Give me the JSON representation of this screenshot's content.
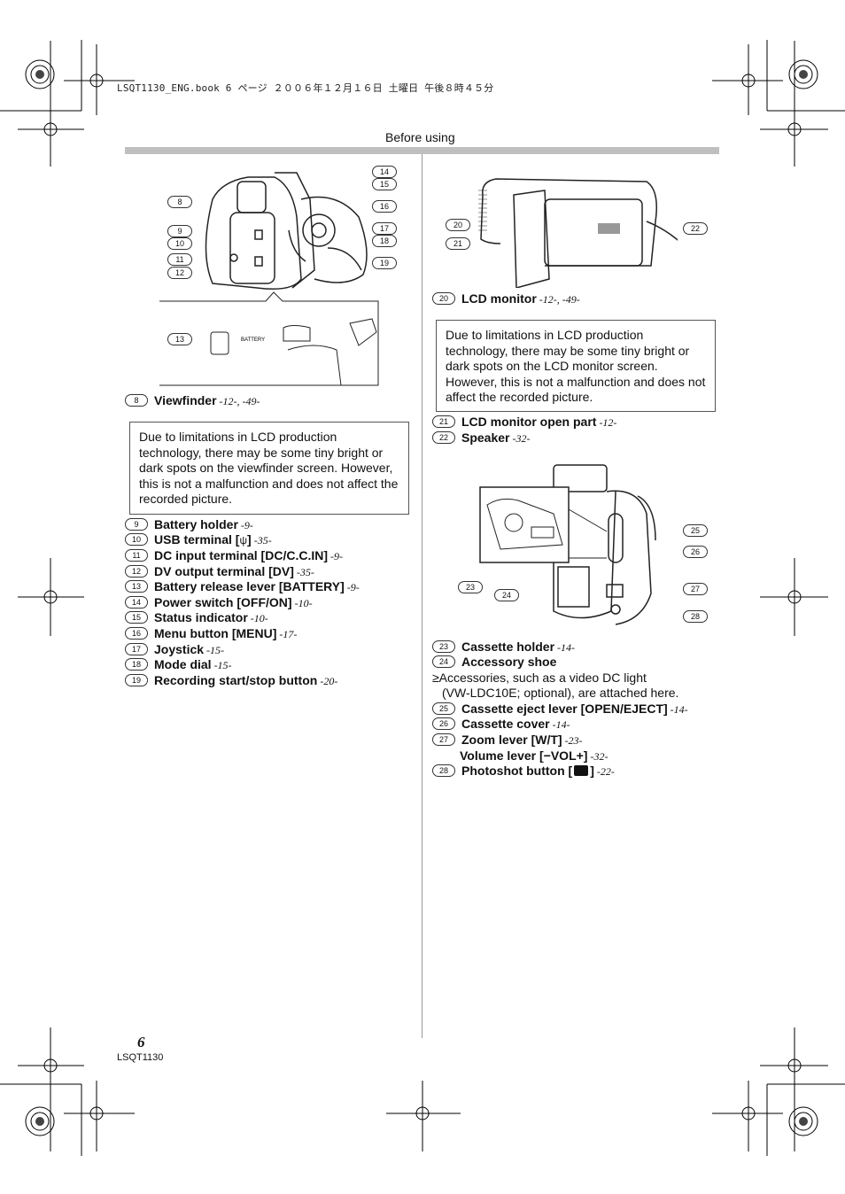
{
  "header": {
    "book_line": "LSQT1130_ENG.book  6 ページ  ２００６年１２月１６日  土曜日  午後８時４５分",
    "section": "Before using"
  },
  "left_figure": {
    "callouts": [
      "8",
      "9",
      "10",
      "11",
      "12",
      "14",
      "15",
      "16",
      "17",
      "18",
      "19"
    ],
    "inset_callout": "13",
    "inset_text": "BATTERY"
  },
  "right_top_figure": {
    "callouts": [
      "20",
      "21",
      "22"
    ]
  },
  "right_bottom_figure": {
    "callouts": [
      "23",
      "24",
      "25",
      "26",
      "27",
      "28"
    ]
  },
  "left_items": {
    "i8": {
      "num": "8",
      "label": "Viewfinder",
      "ref": " -12-, -49-"
    },
    "note": "Due to limitations in LCD production technology, there may be some tiny bright or dark spots on the viewfinder screen. However, this is not a malfunction and does not affect the recorded picture.",
    "i9": {
      "num": "9",
      "label": "Battery holder",
      "ref": " -9-"
    },
    "i10": {
      "num": "10",
      "label": "USB terminal [",
      "label_end": "]",
      "ref": " -35-"
    },
    "i11": {
      "num": "11",
      "label": "DC input terminal [DC/C.C.IN]",
      "ref": " -9-"
    },
    "i12": {
      "num": "12",
      "label": "DV output terminal [DV]",
      "ref": " -35-"
    },
    "i13": {
      "num": "13",
      "label": "Battery release lever [BATTERY]",
      "ref": " -9-"
    },
    "i14": {
      "num": "14",
      "label": "Power switch [OFF/ON]",
      "ref": " -10-"
    },
    "i15": {
      "num": "15",
      "label": "Status indicator",
      "ref": " -10-"
    },
    "i16": {
      "num": "16",
      "label": "Menu button [MENU]",
      "ref": " -17-"
    },
    "i17": {
      "num": "17",
      "label": "Joystick",
      "ref": " -15-"
    },
    "i18": {
      "num": "18",
      "label": "Mode dial",
      "ref": " -15-"
    },
    "i19": {
      "num": "19",
      "label": "Recording start/stop button",
      "ref": " -20-"
    }
  },
  "right_items": {
    "i20": {
      "num": "20",
      "label": "LCD monitor",
      "ref": " -12-, -49-"
    },
    "note": "Due to limitations in LCD production technology, there may be some tiny bright or dark spots on the LCD monitor screen. However, this is not a malfunction and does not affect the recorded picture.",
    "i21": {
      "num": "21",
      "label": "LCD monitor open part",
      "ref": " -12-"
    },
    "i22": {
      "num": "22",
      "label": "Speaker",
      "ref": " -32-"
    },
    "i23": {
      "num": "23",
      "label": "Cassette holder",
      "ref": " -14-"
    },
    "i24": {
      "num": "24",
      "label": "Accessory shoe",
      "ref": ""
    },
    "bullet_line1": "≥Accessories, such as a video DC light",
    "bullet_line2": "(VW-LDC10E; optional), are attached here.",
    "i25": {
      "num": "25",
      "label": "Cassette eject lever [OPEN/EJECT]",
      "ref": " -14-"
    },
    "i26": {
      "num": "26",
      "label": "Cassette cover",
      "ref": " -14-"
    },
    "i27": {
      "num": "27",
      "label": "Zoom lever [W/T]",
      "ref": " -23-"
    },
    "i27b": {
      "label": "Volume lever [−VOL+]",
      "ref": " -32-"
    },
    "i28": {
      "num": "28",
      "label": "Photoshot button [",
      "label_end": "]",
      "ref": " -22-"
    }
  },
  "footer": {
    "page_number": "6",
    "code": "LSQT1130"
  }
}
